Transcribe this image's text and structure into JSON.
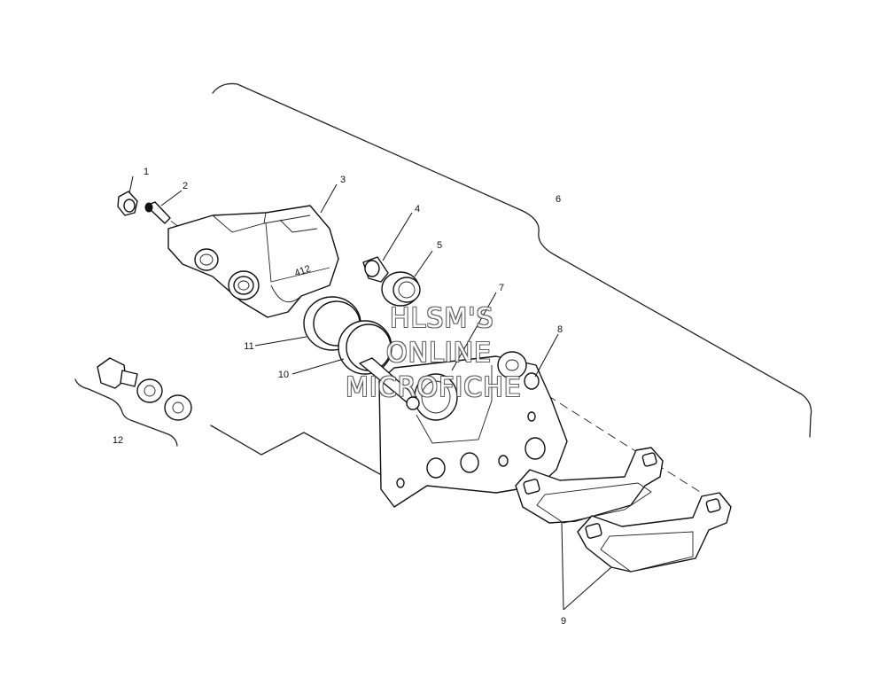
{
  "callouts": {
    "c1": "1",
    "c2": "2",
    "c3": "3",
    "c4": "4",
    "c5": "5",
    "c6": "6",
    "c7": "7",
    "c8": "8",
    "c9": "9",
    "c10": "10",
    "c11": "11",
    "c12": "12"
  },
  "caliper_marking": "412",
  "watermark": {
    "line1": "HLSM'S",
    "line2": "ONLINE",
    "line3": "MICROFICHE"
  }
}
